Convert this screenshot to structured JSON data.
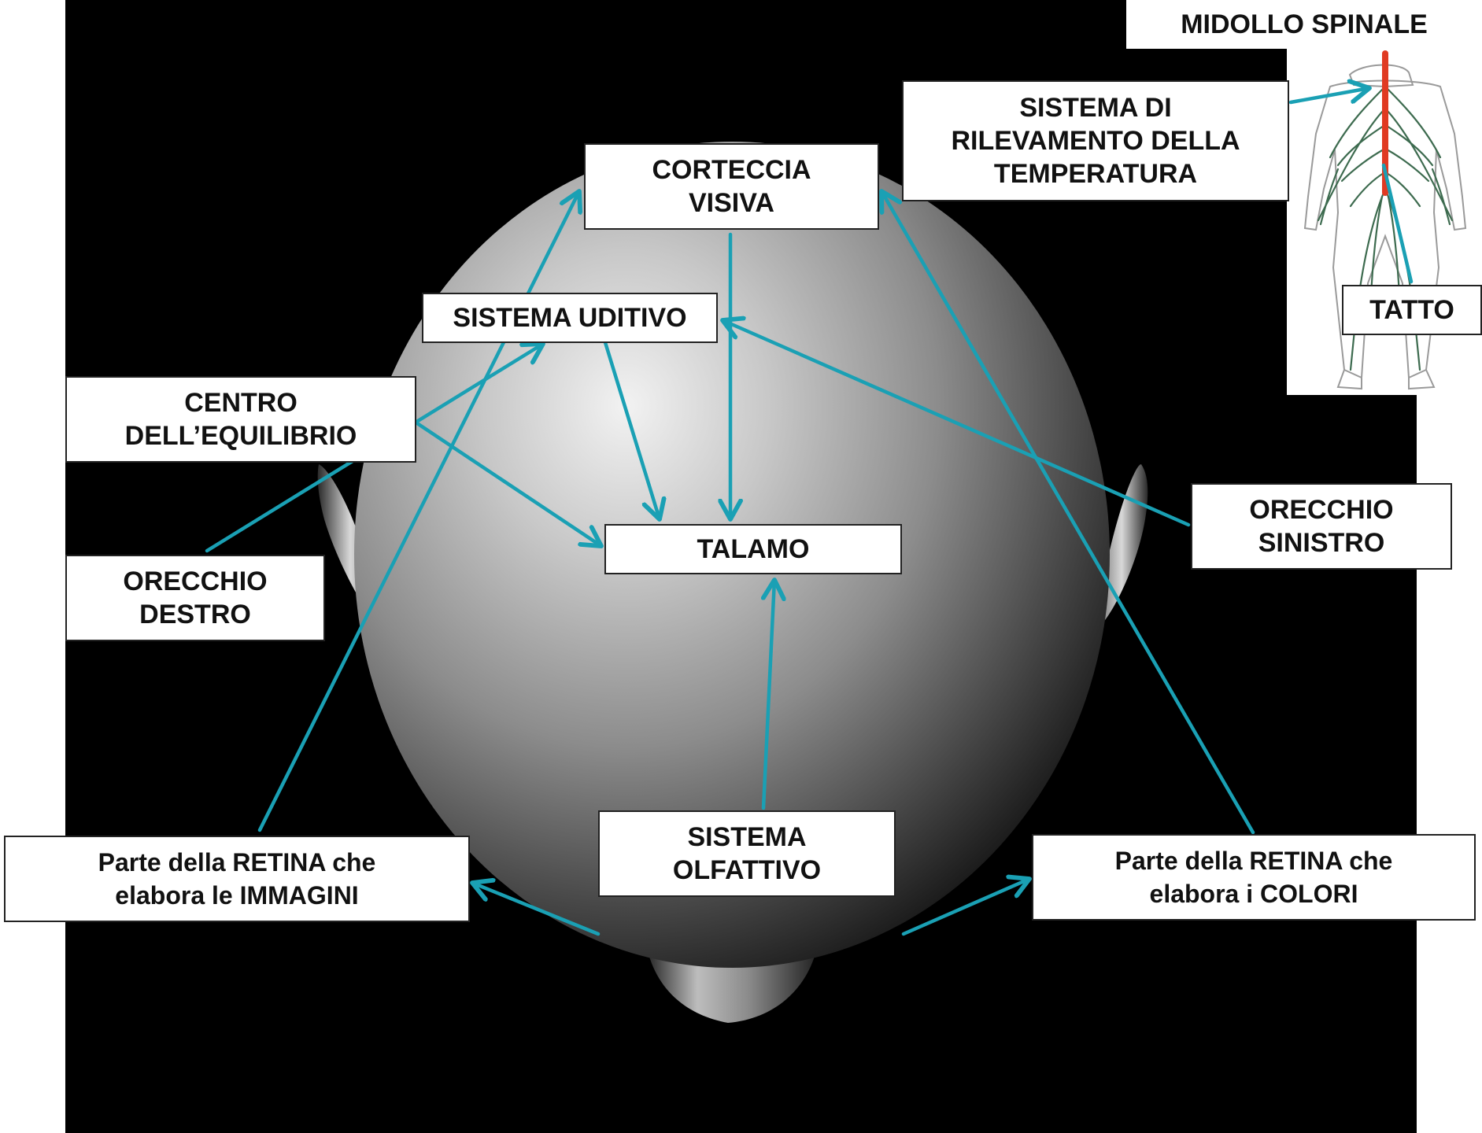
{
  "colors": {
    "background": "#000000",
    "arrow": "#1aa0b4",
    "spinal_cord": "#e03a22",
    "nerves": "#3d6b4f",
    "head_highlight": "#e6e6e6",
    "label_fill": "#ffffff",
    "label_border": "#222222"
  },
  "labels": {
    "midollo_spinale": "MIDOLLO SPINALE",
    "temperatura": "SISTEMA DI\nRILEVAMENTO DELLA\nTEMPERATURA",
    "tatto": "TATTO",
    "corteccia_visiva": "CORTECCIA\nVISIVA",
    "sistema_uditivo": "SISTEMA UDITIVO",
    "centro_equilibrio": "CENTRO\nDELL’EQUILIBRIO",
    "orecchio_destro": "ORECCHIO\nDESTRO",
    "talamo": "TALAMO",
    "orecchio_sinistro": "ORECCHIO\nSINISTRO",
    "sistema_olfattivo": "SISTEMA\nOLFATTIVO",
    "retina_immagini": "Parte della RETINA che\nelabora le IMMAGINI",
    "retina_colori": "Parte della RETINA che\nelabora i COLORI"
  },
  "icons": {
    "head": "head-top-view-icon",
    "body": "human-nervous-system-icon"
  }
}
